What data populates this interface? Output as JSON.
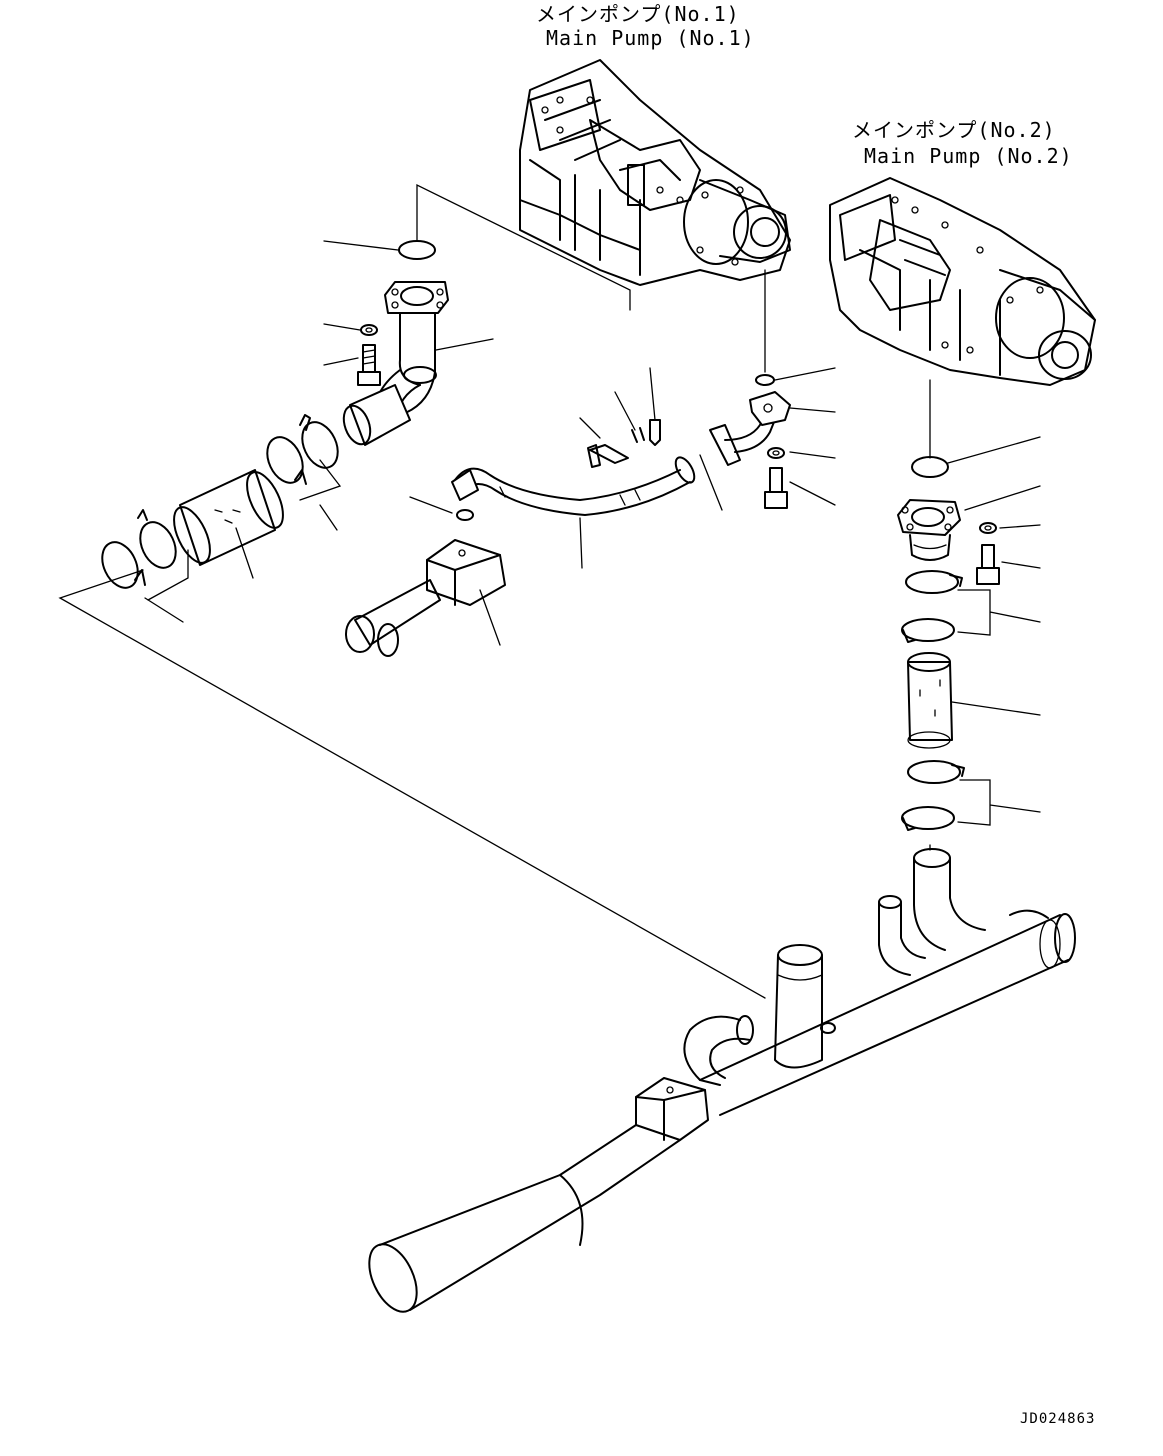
{
  "labels": {
    "pump1_jp": "メインポンプ(No.1)",
    "pump1_en": "Main Pump (No.1)",
    "pump2_jp": "メインポンプ(No.2)",
    "pump2_en": "Main Pump (No.2)",
    "drawing_id": "JD024863"
  },
  "parts": [
    "main-pump-no1",
    "main-pump-no2",
    "o-ring",
    "flange-elbow",
    "washer",
    "bolt",
    "hose-clamp",
    "hose",
    "drain-tube",
    "fitting-block",
    "suction-pipe",
    "suction-elbow"
  ]
}
